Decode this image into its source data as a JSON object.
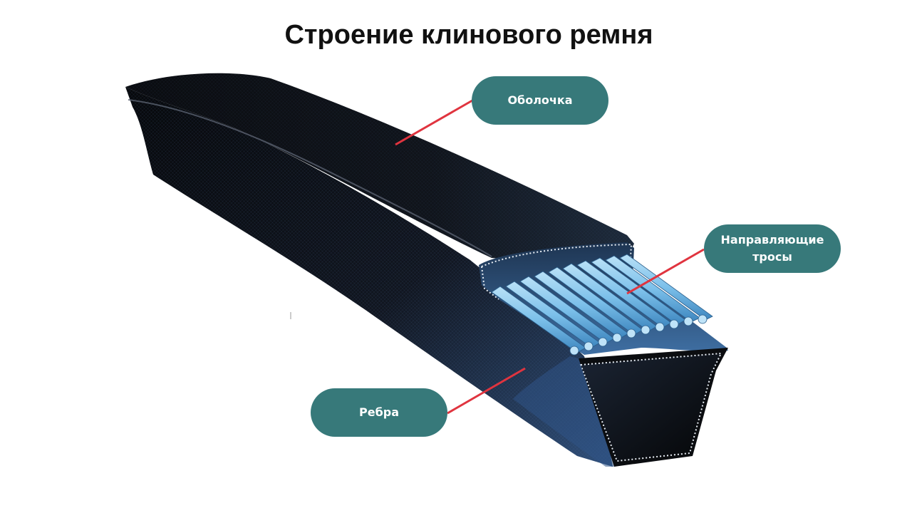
{
  "title": "Строение клинового ремня",
  "colors": {
    "callout_fill": "#37797a",
    "callout_text": "#ffffff",
    "leader_line": "#e0343f",
    "belt_dark": "#0c0e12",
    "belt_cover_blue": "#3d5f8a",
    "cord_light": "#7cc0ea"
  },
  "callouts": {
    "shell": {
      "label": "Оболочка"
    },
    "cords": {
      "line1": "Направляющие",
      "line2": "тросы"
    },
    "ribs": {
      "label": "Ребра"
    }
  }
}
